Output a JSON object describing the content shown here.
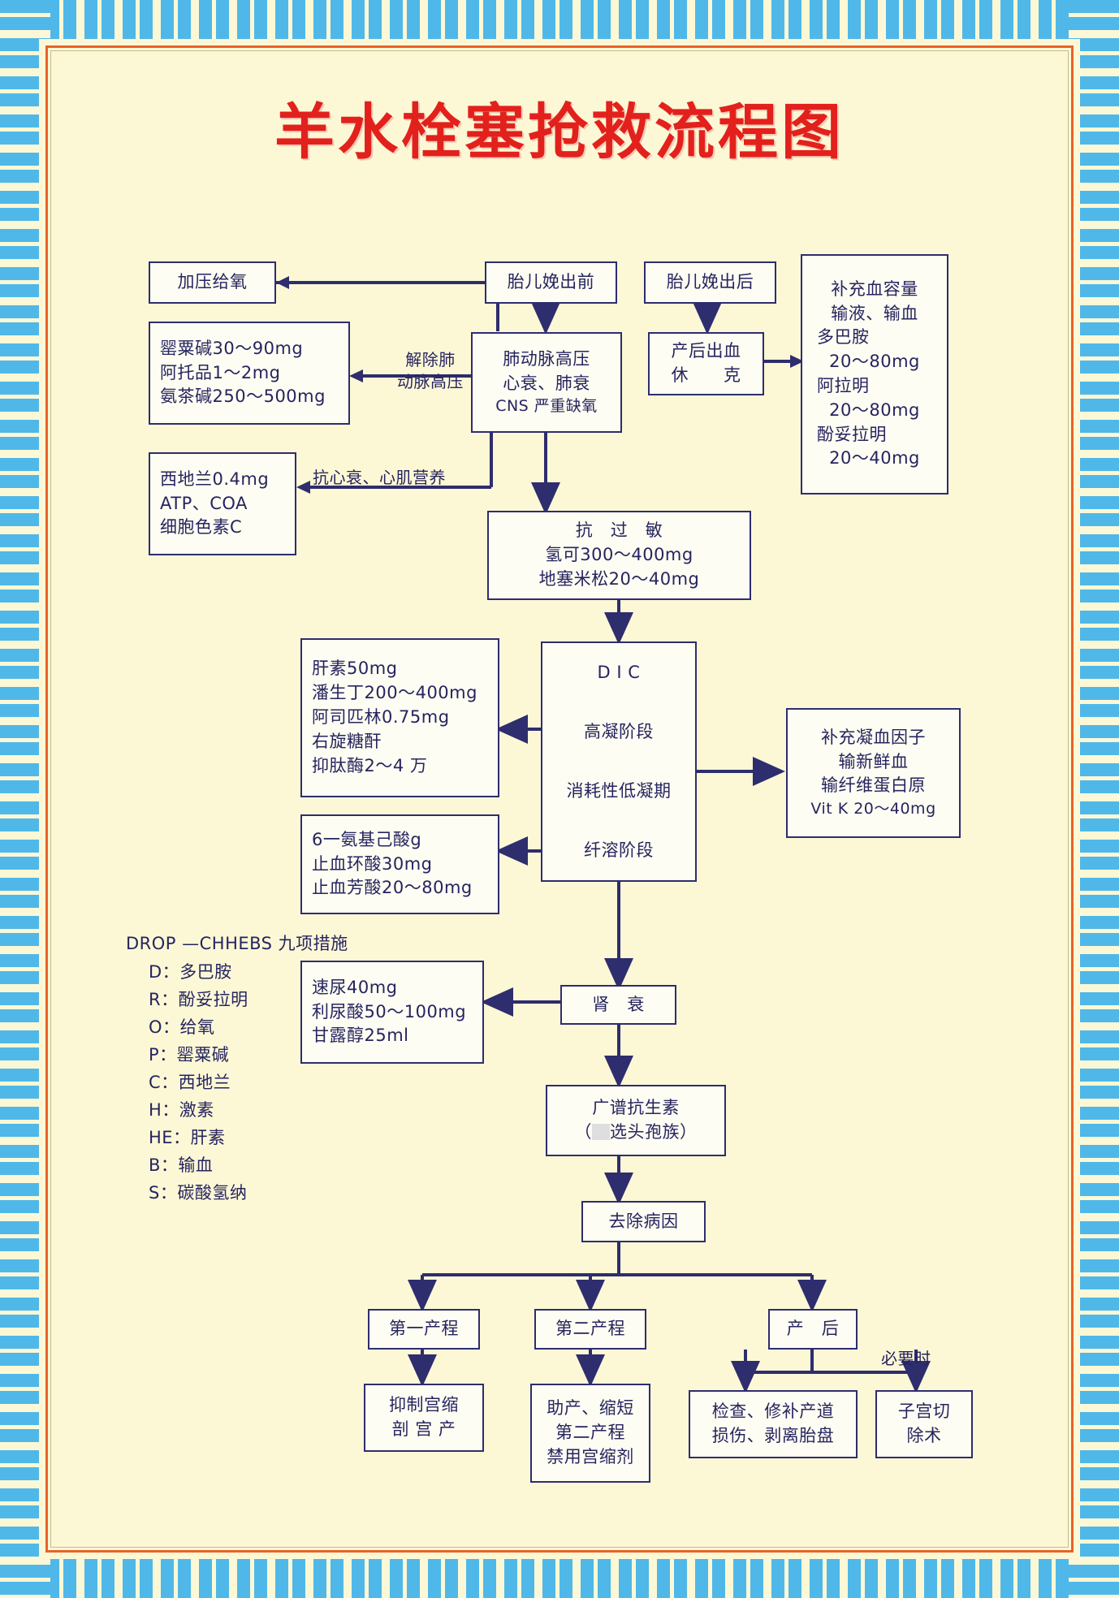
{
  "poster": {
    "title": "羊水栓塞抢救流程图",
    "title_color": "#E2211C",
    "border_color": "#4FB8E8",
    "background_color": "#FCF8D6",
    "box_border_color": "#2E2D6E",
    "frame_color": "#E8622A"
  },
  "boxes": {
    "pressurized_oxygen": {
      "lines": [
        "加压给氧"
      ]
    },
    "fetus_before": {
      "lines": [
        "胎儿娩出前"
      ]
    },
    "fetus_after": {
      "lines": [
        "胎儿娩出后"
      ]
    },
    "blood_volume": {
      "lines": [
        "补充血容量",
        "输液、输血",
        "多巴胺",
        "20～80mg",
        "阿拉明",
        "20～80mg",
        "酚妥拉明",
        "20～40mg"
      ]
    },
    "papaverine": {
      "lines": [
        "罂粟碱30～90mg",
        "阿托品1～2mg",
        "氨茶碱250～500mg"
      ]
    },
    "pulmonary_hypertension": {
      "lines": [
        "肺动脉高压",
        "心衰、肺衰",
        "CNS 严重缺氧"
      ]
    },
    "postpartum_hemorrhage": {
      "lines": [
        "产后出血",
        "休　　克"
      ]
    },
    "cedilanid": {
      "lines": [
        "西地兰0.4mg",
        "ATP、COA",
        "细胞色素C"
      ]
    },
    "anti_allergy": {
      "lines": [
        "抗　过　敏",
        "氢可300～400mg",
        "地塞米松20～40mg"
      ]
    },
    "heparin": {
      "lines": [
        "肝素50mg",
        "潘生丁200～400mg",
        "阿司匹林0.75mg",
        "右旋糖酐",
        "抑肽酶2～4 万"
      ]
    },
    "dic": {
      "lines": [
        "D I C",
        "高凝阶段",
        "消耗性低凝期",
        "纤溶阶段"
      ]
    },
    "clotting_factors": {
      "lines": [
        "补充凝血因子",
        "输新鲜血",
        "输纤维蛋白原",
        "Vit K 20～40mg"
      ]
    },
    "antifibrinolytic": {
      "lines": [
        "6一氨基己酸g",
        "止血环酸30mg",
        "止血芳酸20～80mg"
      ]
    },
    "diuretics": {
      "lines": [
        "速尿40mg",
        "利尿酸50～100mg",
        "甘露醇25ml"
      ]
    },
    "renal_failure": {
      "lines": [
        "肾　衰"
      ]
    },
    "antibiotics": {
      "lines": [
        "广谱抗生素",
        "（　选头孢族）"
      ],
      "line2_prefix": "（",
      "line2_redacted": true,
      "line2_suffix": "选头孢族）"
    },
    "remove_cause": {
      "lines": [
        "去除病因"
      ]
    },
    "stage1": {
      "lines": [
        "第一产程"
      ]
    },
    "stage2": {
      "lines": [
        "第二产程"
      ]
    },
    "postpartum": {
      "lines": [
        "产　后"
      ]
    },
    "stage1_action": {
      "lines": [
        "抑制宫缩",
        "剖 宫 产"
      ]
    },
    "stage2_action": {
      "lines": [
        "助产、缩短",
        "第二产程",
        "禁用宫缩剂"
      ]
    },
    "repair": {
      "lines": [
        "检查、修补产道",
        "损伤、剥离胎盘"
      ]
    },
    "hysterectomy": {
      "lines": [
        "子宫切",
        "除术"
      ]
    }
  },
  "labels": {
    "relieve_ph": [
      "解除肺",
      "动脉高压"
    ],
    "anti_heart_failure": "抗心衰、心肌营养",
    "if_necessary": "必要时"
  },
  "legend": {
    "heading": "DROP —CHHEBS 九项措施",
    "items": [
      "D：多巴胺",
      "R：酚妥拉明",
      "O：给氧",
      "P：罂粟碱",
      "C：西地兰",
      "H：激素",
      "HE：肝素",
      "B：输血",
      "S：碳酸氢纳"
    ]
  }
}
